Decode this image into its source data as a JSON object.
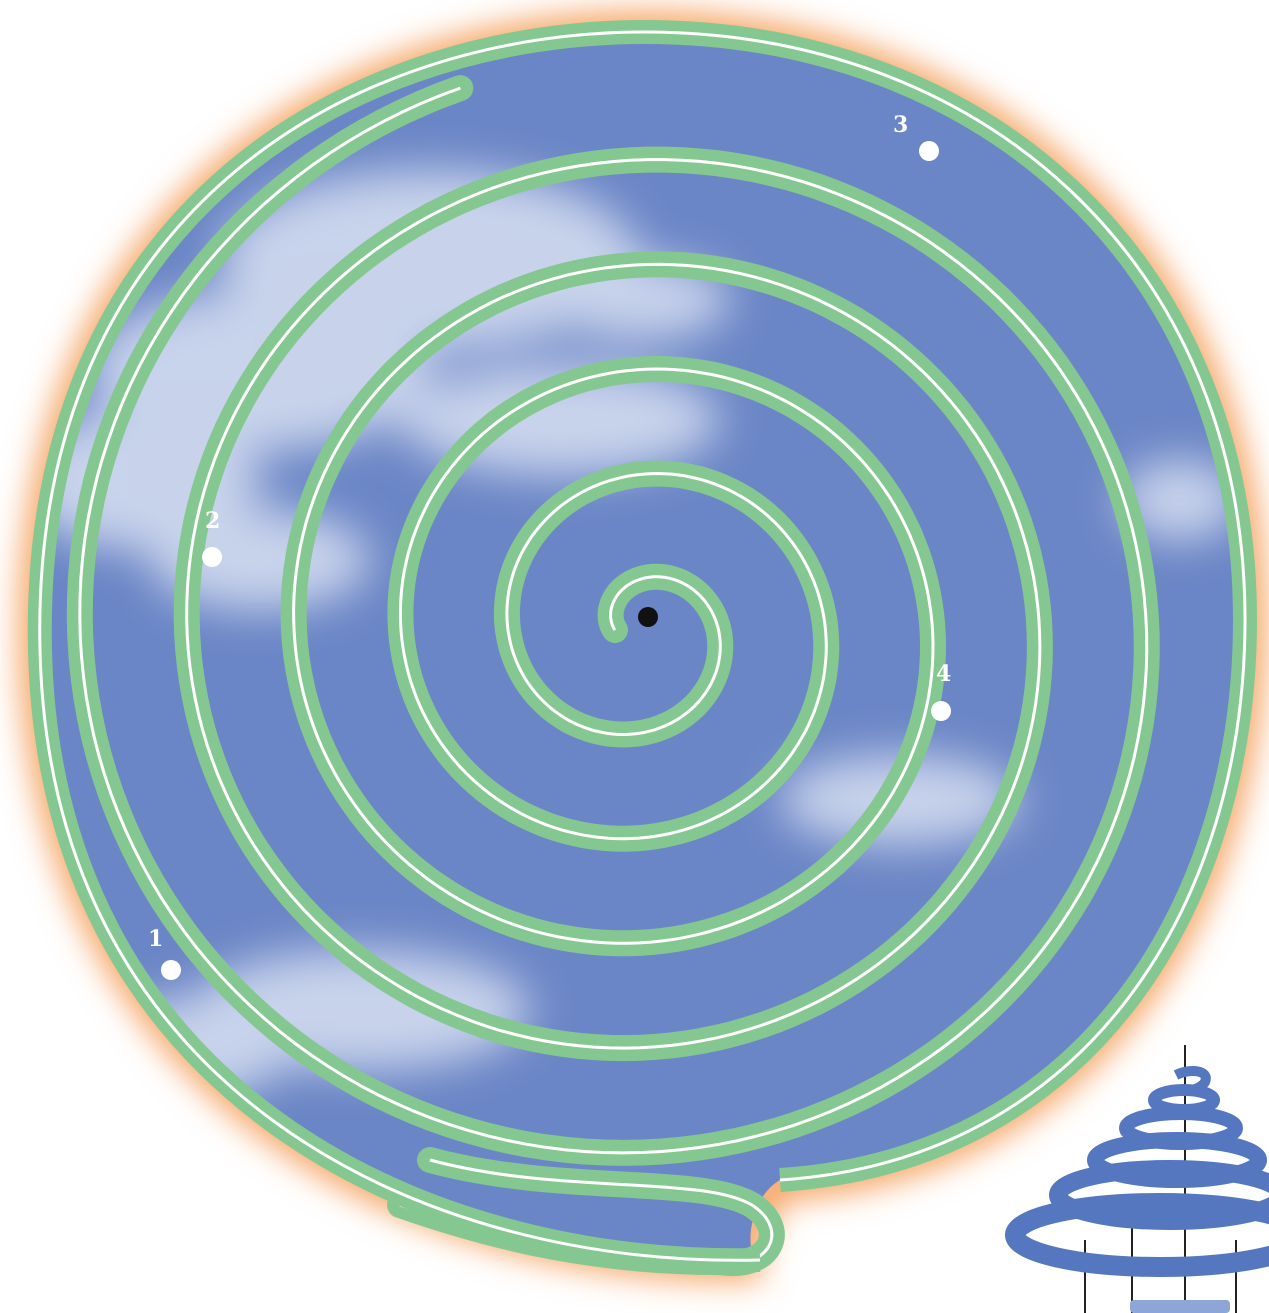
{
  "figure": {
    "colors": {
      "sky": "#6b86c6",
      "sky_light": "#8ea5d8",
      "cloud": "#e7ecf8",
      "band": "#85c791",
      "line": "#ffffff",
      "glow": "#f5a25f",
      "center": "#111111",
      "helix": "#5577bf",
      "helix_edge": "#2b3f73",
      "post": "#222222"
    },
    "points": [
      {
        "label": "1"
      },
      {
        "label": "2"
      },
      {
        "label": "3"
      },
      {
        "label": "4"
      }
    ],
    "icons": {
      "center": "center-dot-icon",
      "inset": "helical-spring-icon"
    }
  }
}
